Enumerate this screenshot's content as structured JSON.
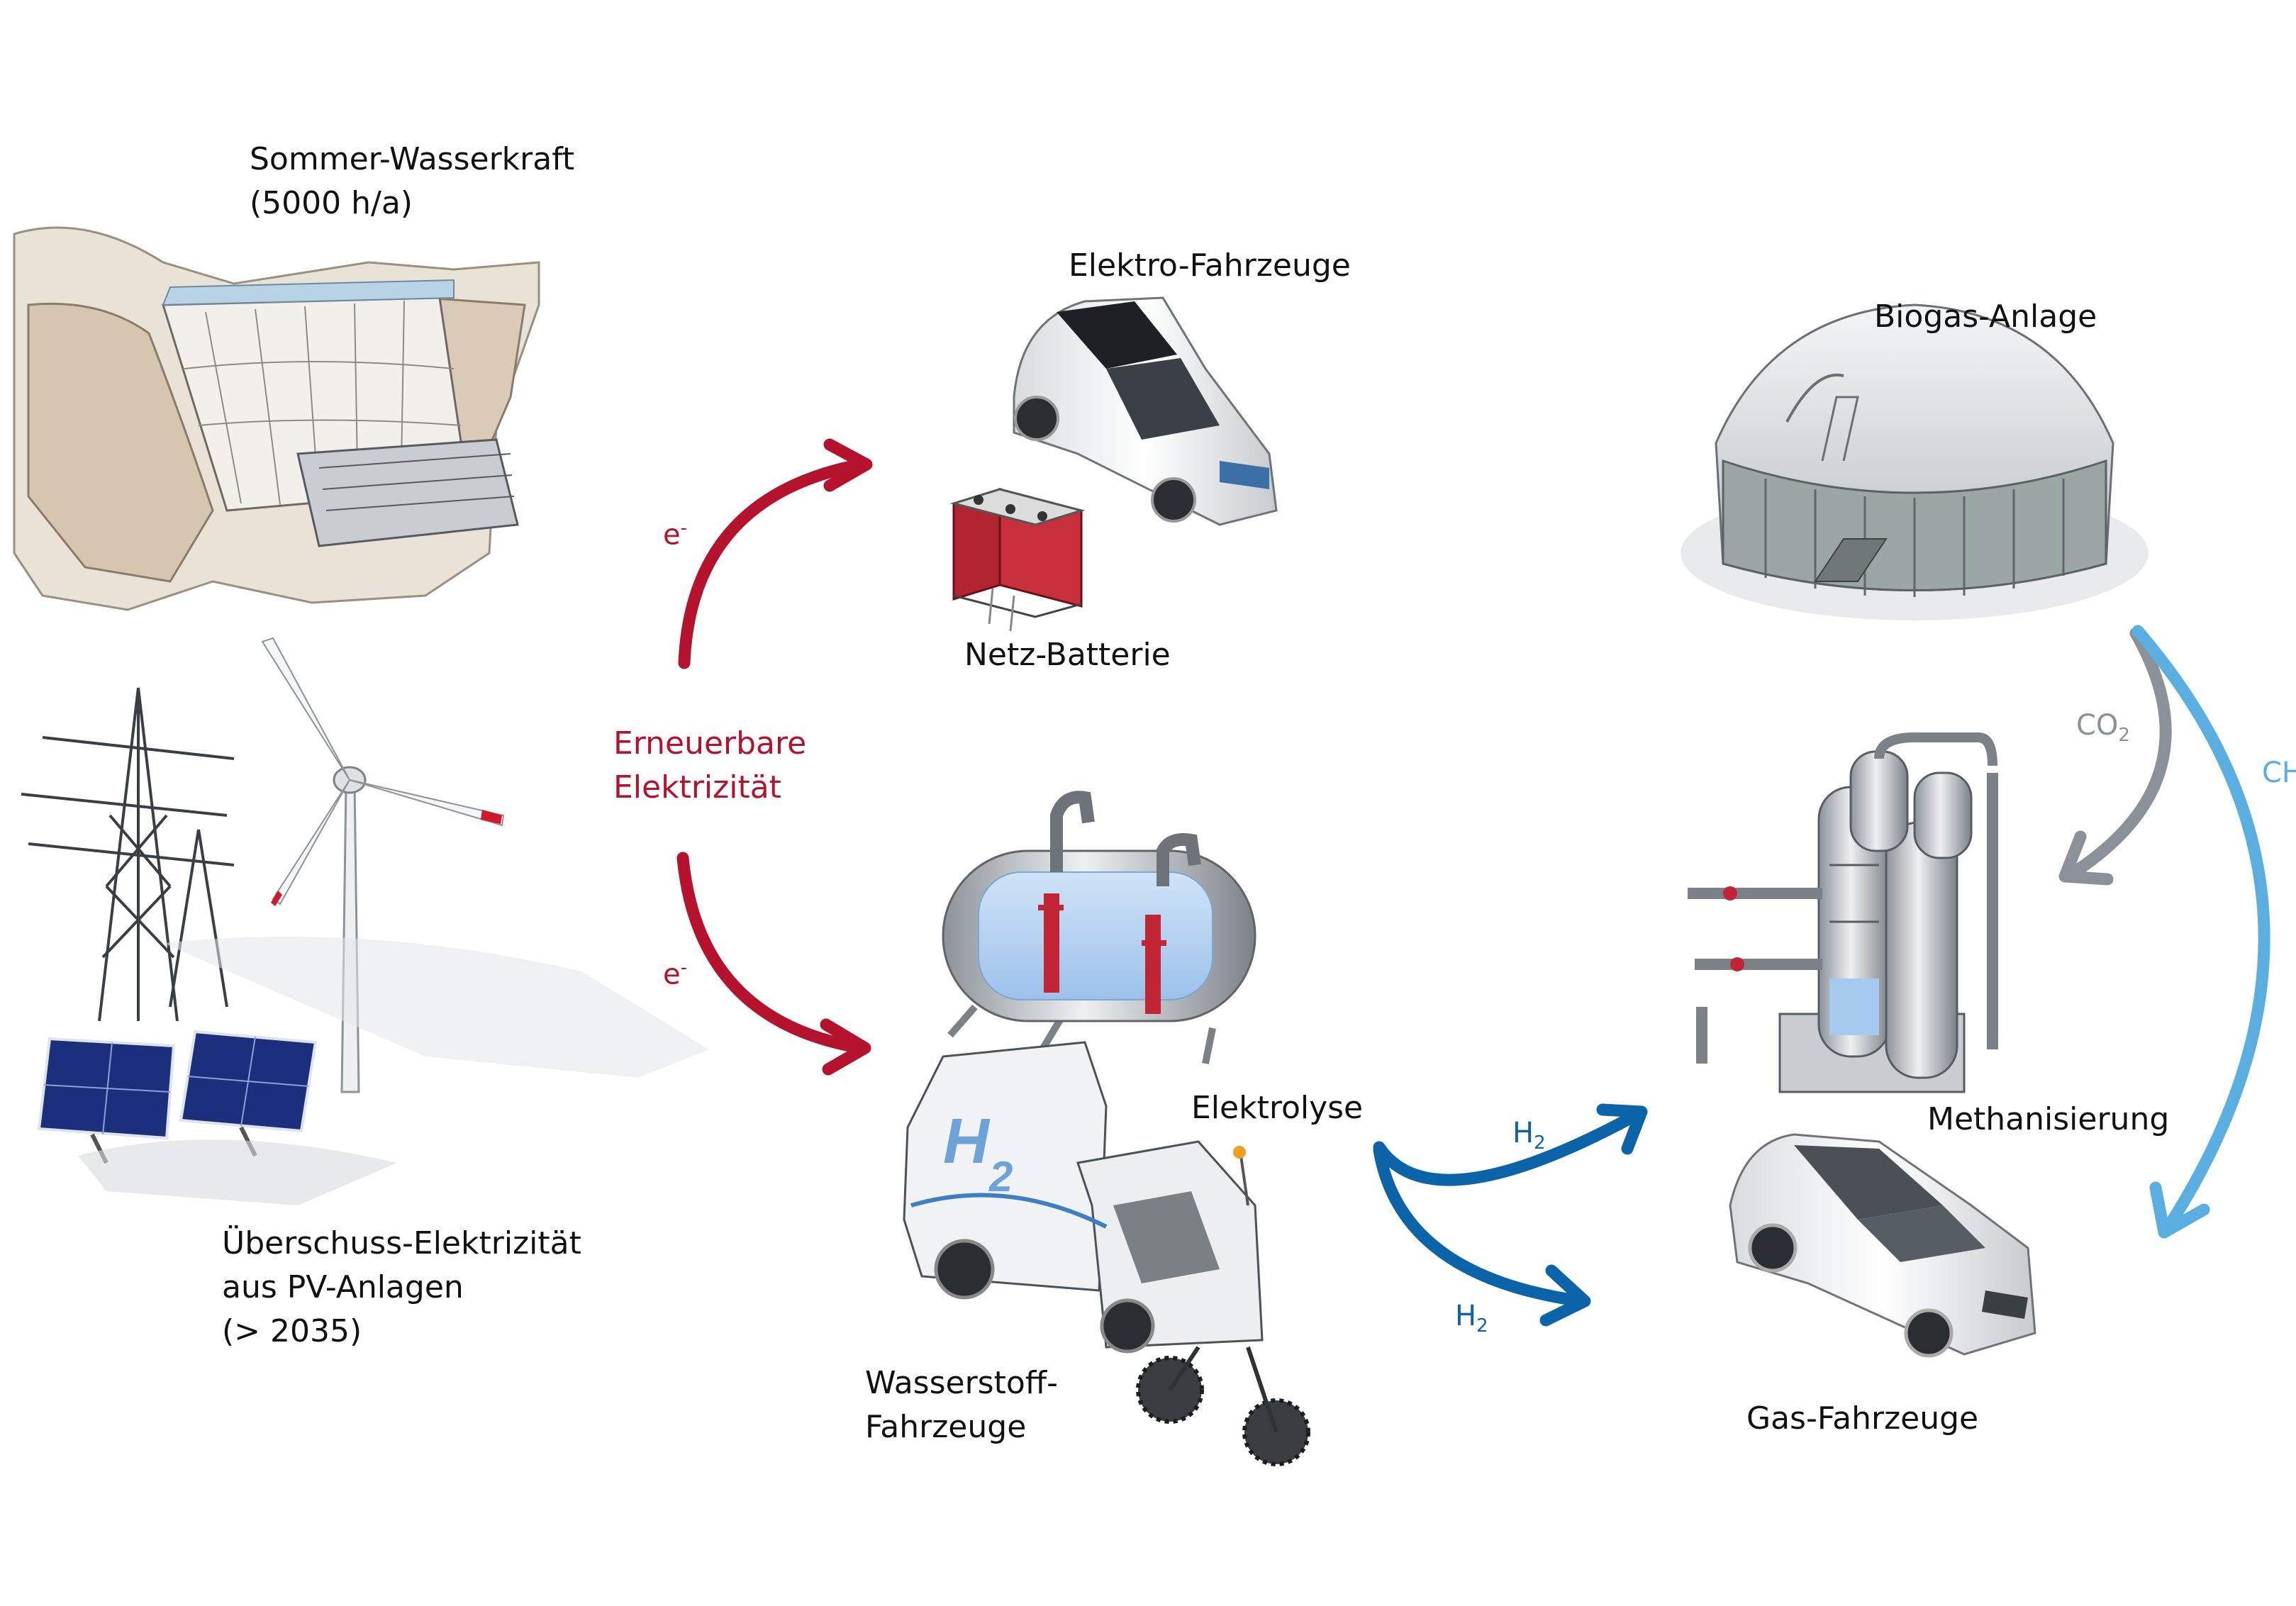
{
  "labels": {
    "hydro": [
      "Sommer-Wasserkraft",
      "(5000 h/a)"
    ],
    "pv": [
      "Überschuss-Elektrizität",
      "aus PV-Anlagen",
      "(> 2035)"
    ],
    "ev": "Elektro-Fahrzeuge",
    "battery": "Netz-Batterie",
    "renewable": [
      "Erneuerbare",
      "Elektrizität"
    ],
    "electrolysis": "Elektrolyse",
    "h2vehicles": [
      "Wasserstoff-",
      "Fahrzeuge"
    ],
    "biogas": "Biogas-Anlage",
    "methanation": "Methanisierung",
    "gasvehicles": "Gas-Fahrzeuge"
  },
  "flow_labels": {
    "electron": "e",
    "electron_sup": "-",
    "h2": "H",
    "h2_sub": "2",
    "co2": "CO",
    "co2_sub": "2",
    "ch4_partial": "CH"
  },
  "colors": {
    "electricity": "#b5122d",
    "hydrogen": "#0b63a8",
    "co2": "#8a9198",
    "methane": "#5aaee0"
  },
  "icons": [
    "hydro-dam-icon",
    "power-pylon-icon",
    "wind-turbine-icon",
    "solar-panel-icon",
    "electric-car-icon",
    "battery-icon",
    "electrolyser-tank-icon",
    "hydrogen-sweeper-icon",
    "biogas-dome-icon",
    "methanation-reactor-icon",
    "gas-car-icon"
  ]
}
